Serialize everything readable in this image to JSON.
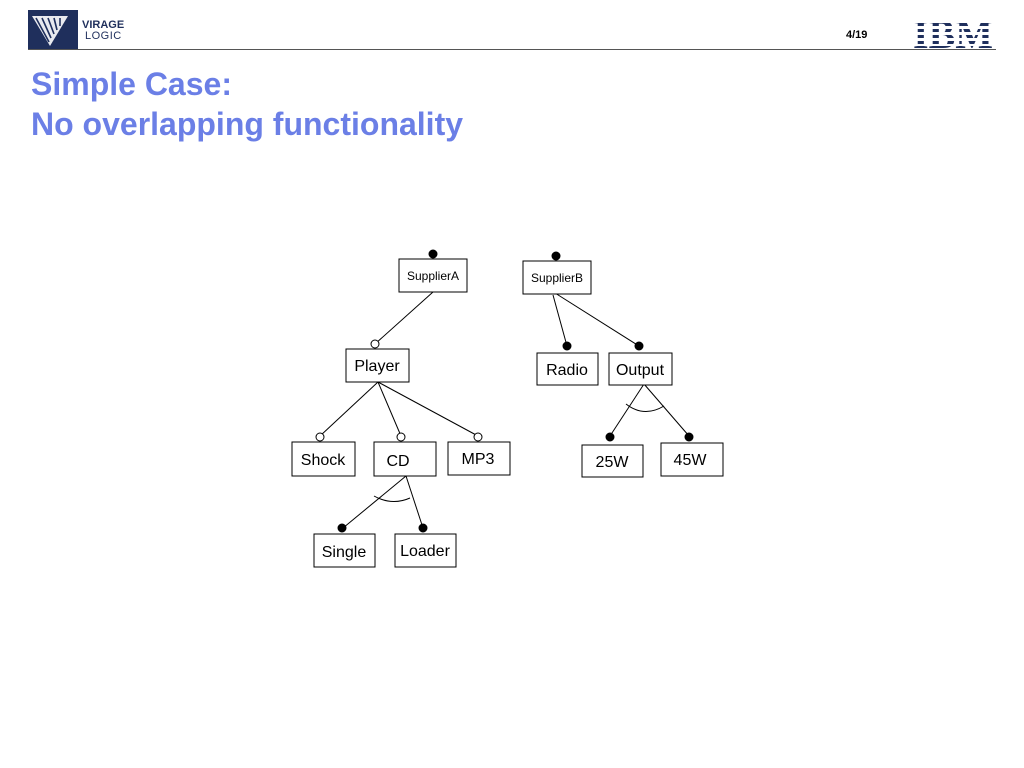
{
  "header": {
    "logo_left_text_1": "VIRAGE",
    "logo_left_text_2": "LOGIC",
    "page_number": "4/19",
    "logo_right_text": "IBM"
  },
  "title": {
    "line1": "Simple Case:",
    "line2": "No overlapping functionality"
  },
  "diagram": {
    "nodes": {
      "supplier_a": "SupplierA",
      "supplier_b": "SupplierB",
      "player": "Player",
      "radio": "Radio",
      "output": "Output",
      "shock": "Shock",
      "cd": "CD",
      "mp3": "MP3",
      "w25": "25W",
      "w45": "45W",
      "single": "Single",
      "loader": "Loader"
    }
  }
}
